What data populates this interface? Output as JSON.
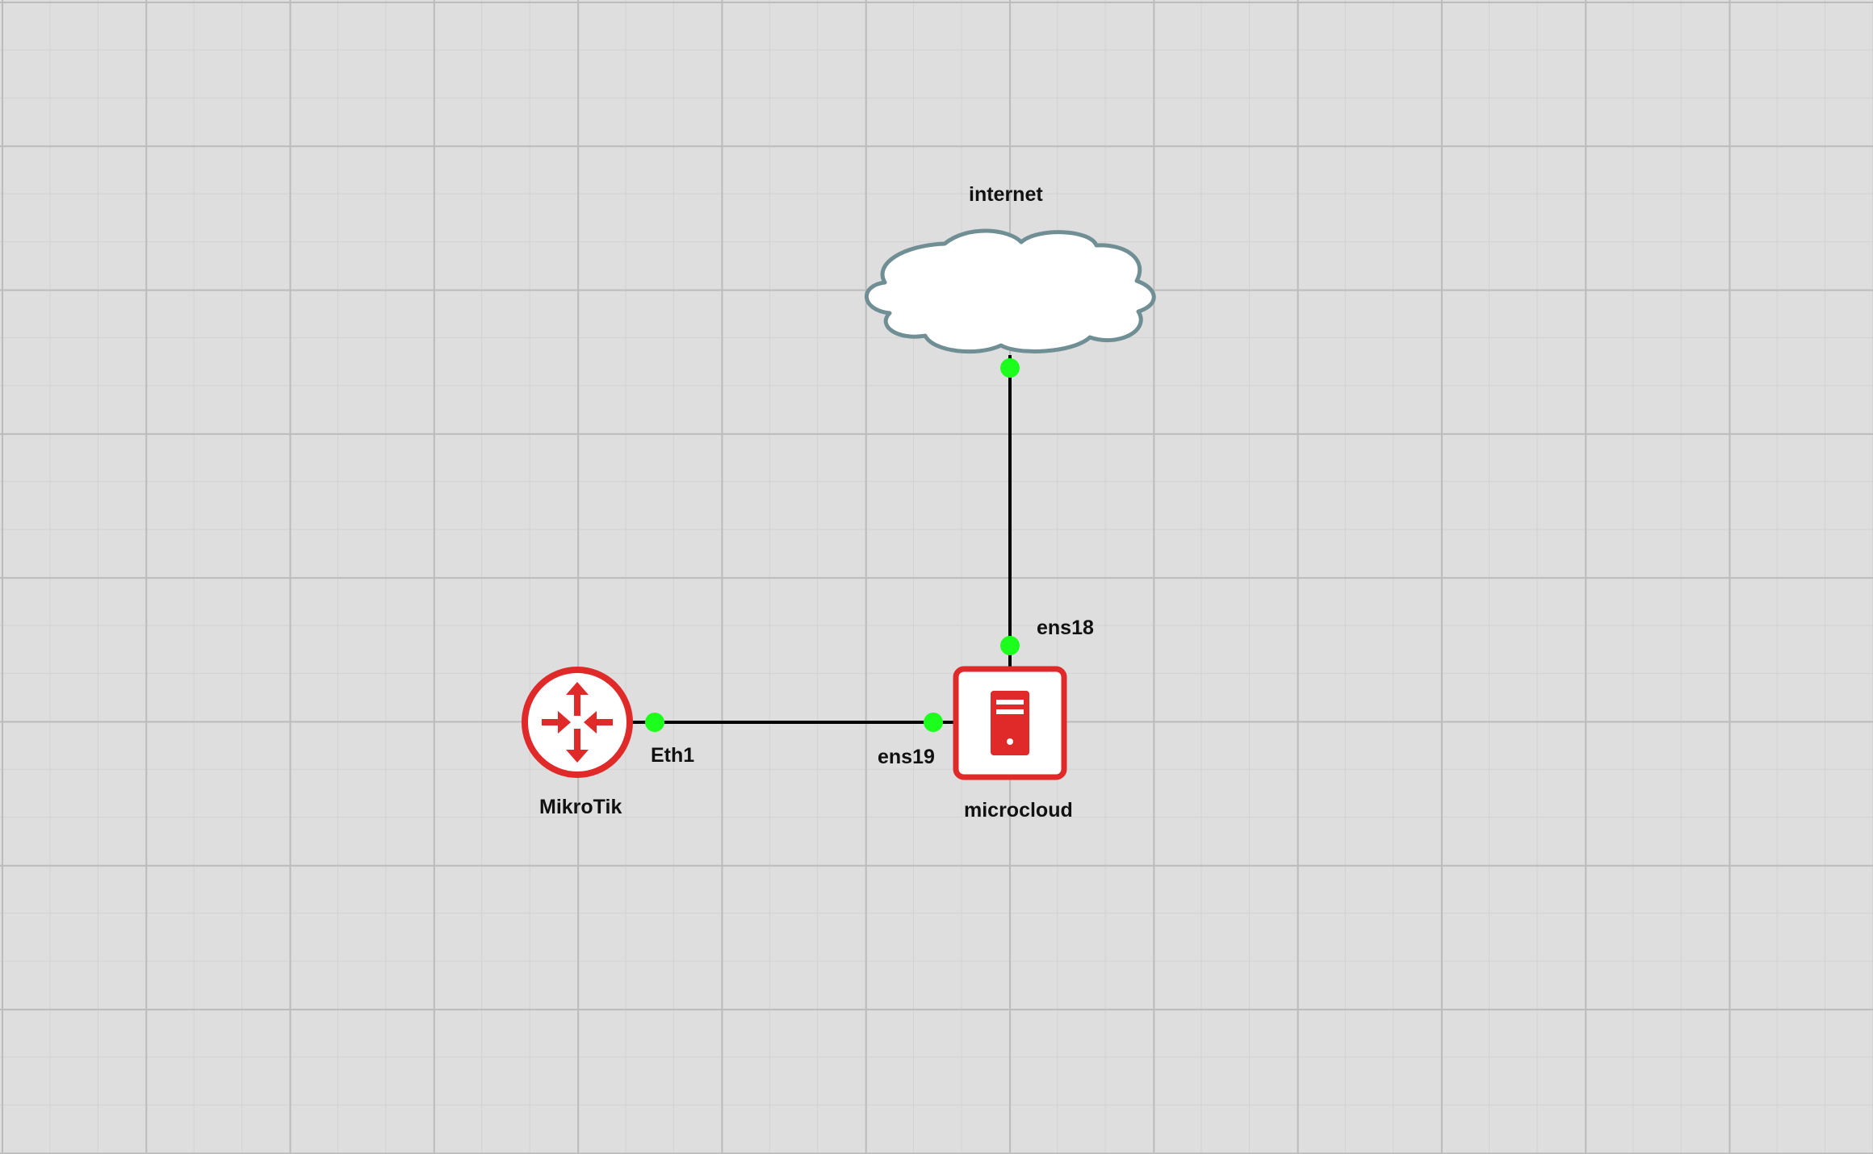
{
  "colors": {
    "canvas_bg": "#dedede",
    "link": "#000000",
    "port_dot": "#1cff1c",
    "device_red": "#e02a2a",
    "cloud_stroke": "#6f8f95",
    "cloud_fill": "#ffffff"
  },
  "nodes": {
    "internet": {
      "label": "internet",
      "icon": "cloud-icon"
    },
    "mikrotik": {
      "label": "MikroTik",
      "icon": "router-icon"
    },
    "microcloud": {
      "label": "microcloud",
      "icon": "server-icon"
    }
  },
  "ports": {
    "eth1": "Eth1",
    "ens19": "ens19",
    "ens18": "ens18"
  },
  "links": [
    {
      "from": "MikroTik",
      "from_port": "Eth1",
      "to": "microcloud",
      "to_port": "ens19"
    },
    {
      "from": "internet",
      "to": "microcloud",
      "to_port": "ens18"
    }
  ]
}
